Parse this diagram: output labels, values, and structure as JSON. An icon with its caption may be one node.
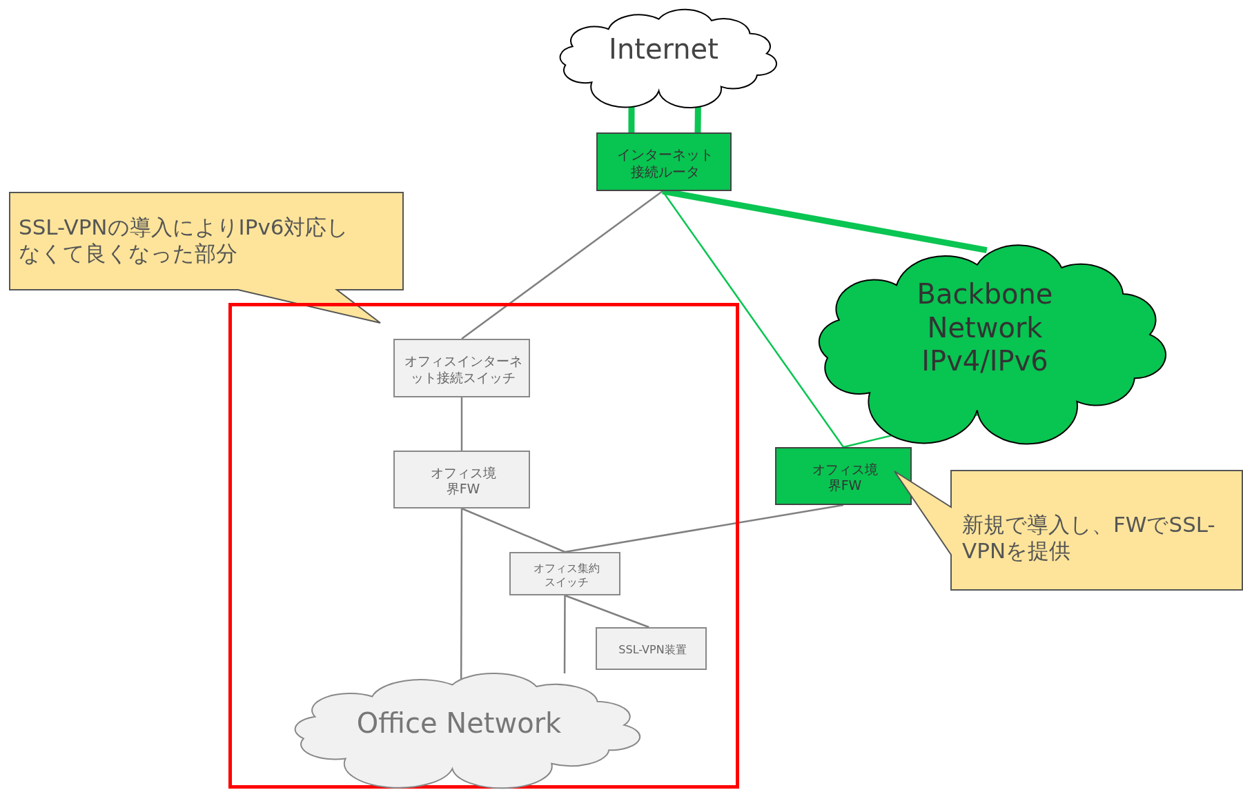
{
  "diagram": {
    "nodes": [
      {
        "text": [
          "Internet"
        ]
      },
      {
        "text": [
          "インターネット接続ルータ"
        ]
      },
      {
        "text": [
          "SSL-VPNの導入によりIPv6対応しなくて良くなった部分"
        ]
      },
      {
        "text": [],
        "shape": "box"
      },
      {
        "text": [
          "オフィスインターネット接続スイッチ"
        ],
        "in": 3
      },
      {
        "text": [
          "オフィス境界FW"
        ],
        "in": 3
      },
      {
        "text": [
          "オフィス集約スイッチ"
        ],
        "in": 3
      },
      {
        "text": [
          "SSL-VPN装置"
        ],
        "in": 3
      },
      {
        "text": [
          "Office Network"
        ],
        "in": 3
      },
      {
        "text": [
          "Backbone Network IPv4/IPv6"
        ]
      },
      {
        "text": [
          "オフィス境界FW"
        ]
      },
      {
        "text": [
          "新規で導入し、FWでSSL-VPNを提供"
        ]
      }
    ],
    "edges": [
      {
        "from": 0,
        "to": 1,
        "arrow": "none",
        "style": "thick",
        "color": "#0ac552"
      },
      {
        "from": 0,
        "to": 1,
        "arrow": "none",
        "style": "thick",
        "color": "#0ac552"
      },
      {
        "from": 1,
        "to": 4,
        "arrow": "none"
      },
      {
        "from": 1,
        "to": 9,
        "arrow": "none",
        "style": "thick",
        "color": "#0ac552"
      },
      {
        "from": 1,
        "to": 10,
        "arrow": "none",
        "color": "#0ac552"
      },
      {
        "from": 9,
        "to": 10,
        "arrow": "none",
        "color": "#0ac552"
      },
      {
        "from": 4,
        "to": 5,
        "arrow": "none"
      },
      {
        "from": 5,
        "to": 6,
        "arrow": "none"
      },
      {
        "from": 10,
        "to": 6,
        "arrow": "none"
      },
      {
        "from": 5,
        "to": 8,
        "arrow": "none"
      },
      {
        "from": 6,
        "to": 8,
        "arrow": "none"
      },
      {
        "from": 6,
        "to": 7,
        "arrow": "none"
      }
    ]
  }
}
